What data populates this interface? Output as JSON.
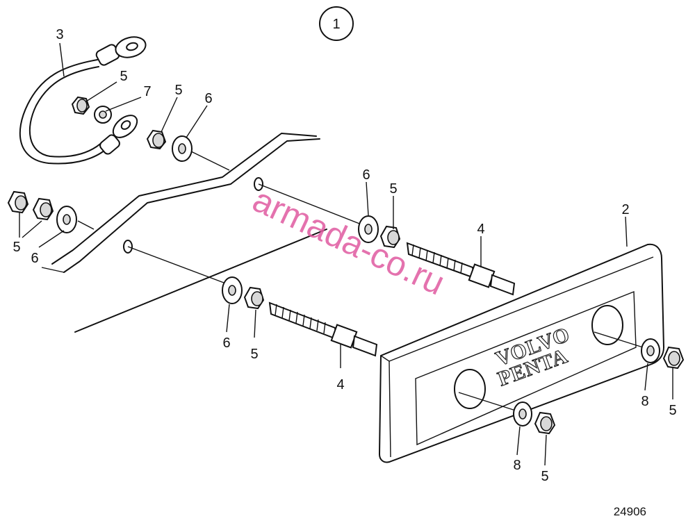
{
  "figure": {
    "number": "1",
    "reference": "24906",
    "watermark": "armada-co.ru",
    "brand_line1": "VOLVO",
    "brand_line2": "PENTA"
  },
  "callouts": {
    "n2": "2",
    "n3": "3",
    "n4a": "4",
    "n4b": "4",
    "n5a": "5",
    "n5b": "5",
    "n5c": "5",
    "n5d": "5",
    "n5e": "5",
    "n5f": "5",
    "n5g": "5",
    "n6a": "6",
    "n6b": "6",
    "n6c": "6",
    "n6d": "6",
    "n7": "7",
    "n8a": "8",
    "n8b": "8"
  }
}
